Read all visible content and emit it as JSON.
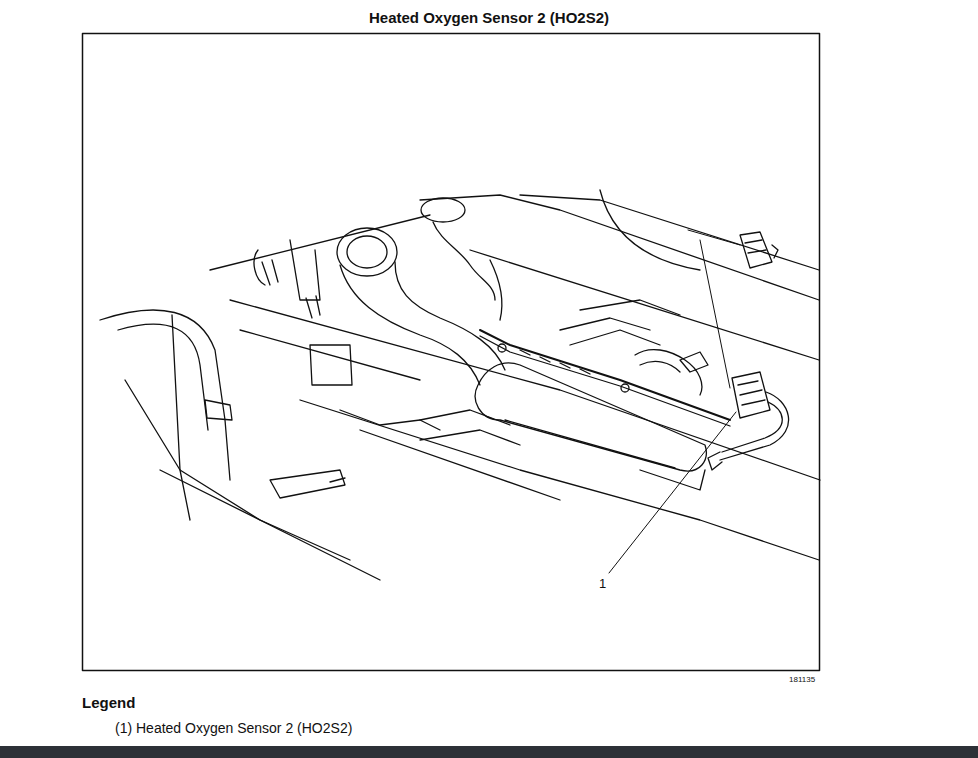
{
  "diagram": {
    "title": "Heated Oxygen Sensor 2 (HO2S2)",
    "labels": [
      "1",
      "181135",
      "Legend"
    ],
    "legend": [
      {
        "text": "(1) Heated Oxygen Sensor 2 (HO2S2)"
      }
    ]
  }
}
